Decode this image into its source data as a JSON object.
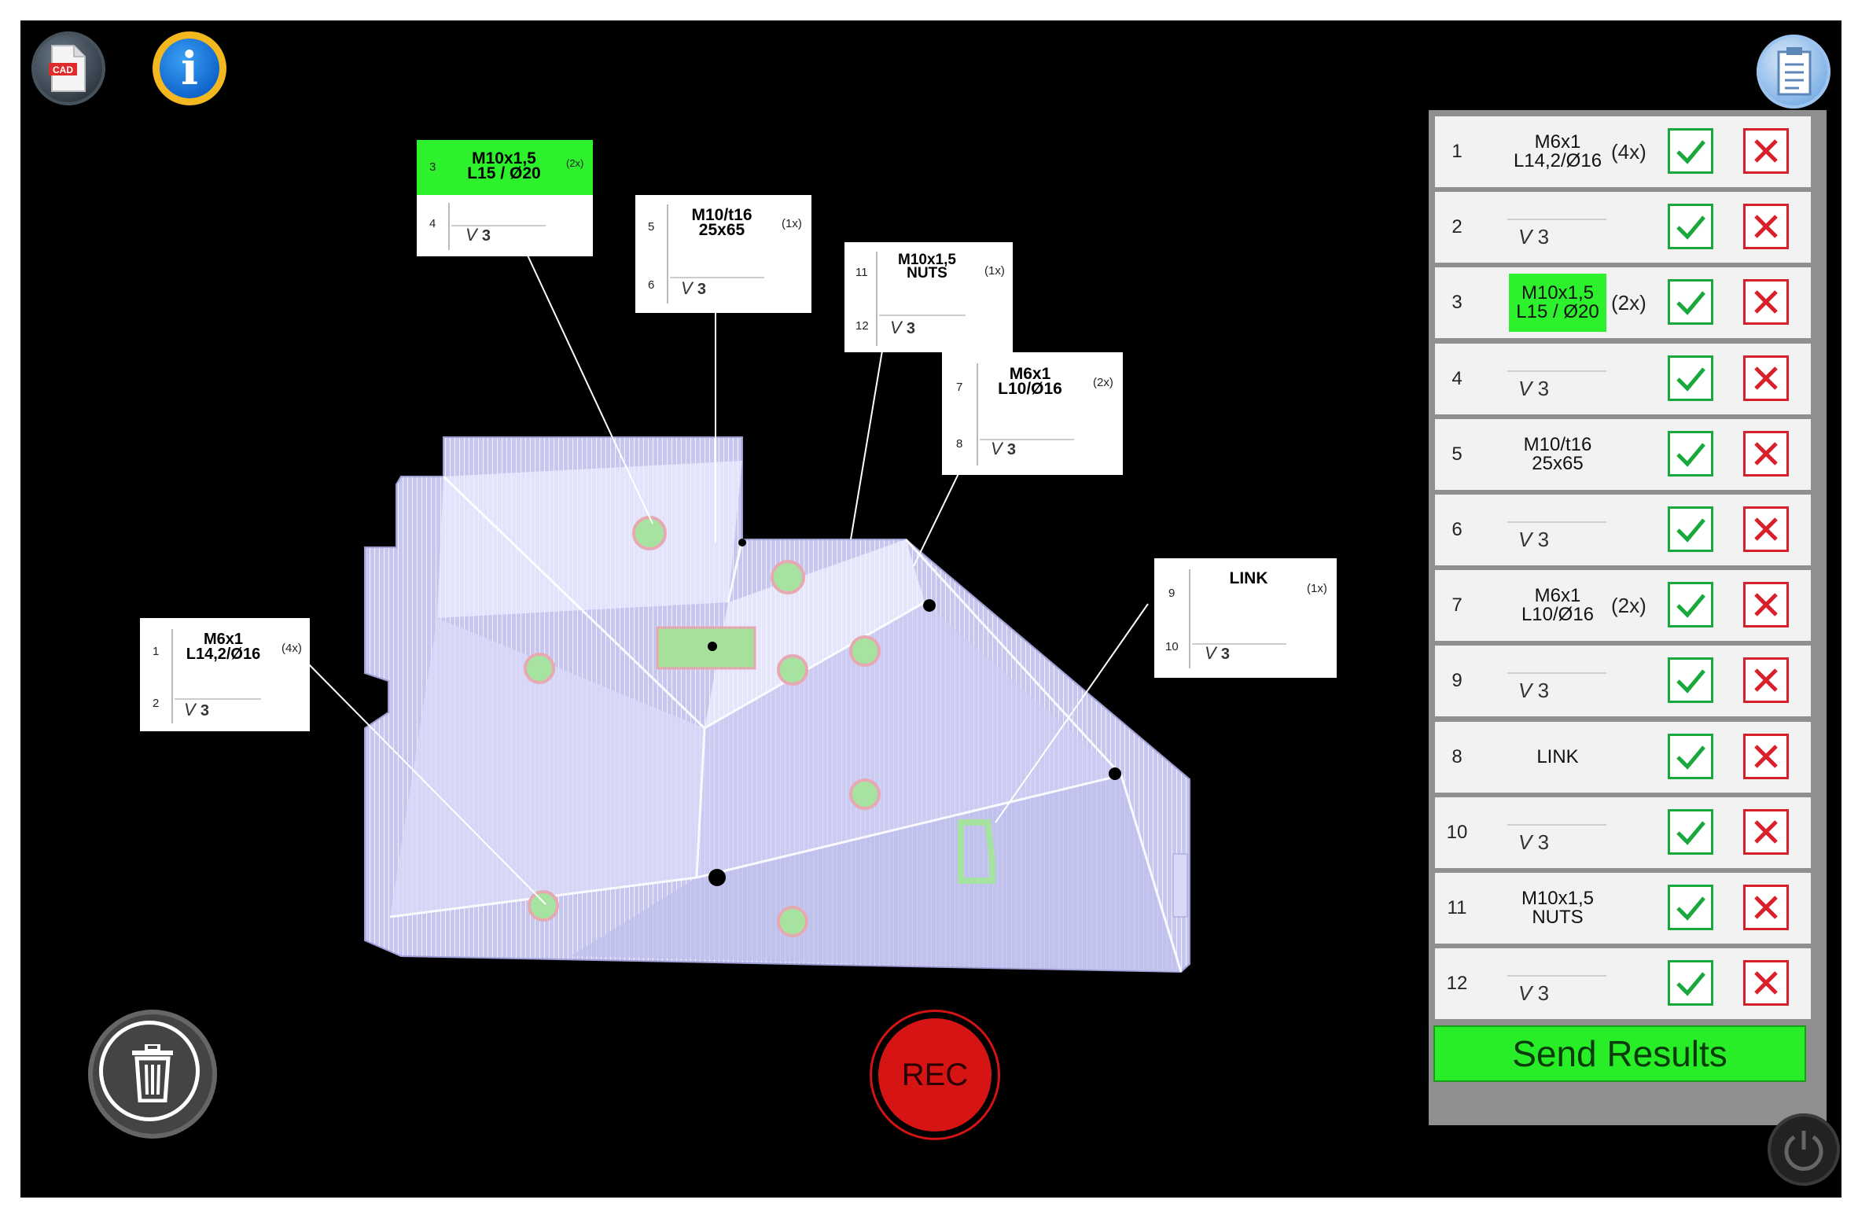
{
  "toolbar": {
    "cad_icon": "cad-file-icon",
    "cad_label": "CAD",
    "info_icon": "info-icon",
    "info_glyph": "i",
    "checklist_icon": "checklist-icon"
  },
  "annotations": [
    {
      "id": "a3",
      "top_index": "3",
      "top_text": "M10x1,5\nL15 / Ø20",
      "qty": "(2x)",
      "bottom_index": "4",
      "weld": "3",
      "highlight": true
    },
    {
      "id": "a5",
      "top_index": "5",
      "top_text": "M10/t16\n25x65",
      "qty": "(1x)",
      "bottom_index": "6",
      "weld": "3",
      "highlight": false
    },
    {
      "id": "a11",
      "top_index": "11",
      "top_text": "M10x1,5\nNUTS",
      "qty": "(1x)",
      "bottom_index": "12",
      "weld": "3",
      "highlight": false
    },
    {
      "id": "a7",
      "top_index": "7",
      "top_text": "M6x1\nL10/Ø16",
      "qty": "(2x)",
      "bottom_index": "8",
      "weld": "3",
      "highlight": false
    },
    {
      "id": "a9",
      "top_index": "9",
      "top_text": "LINK",
      "qty": "(1x)",
      "bottom_index": "10",
      "weld": "3",
      "highlight": false
    },
    {
      "id": "a1",
      "top_index": "1",
      "top_text": "M6x1\nL14,2/Ø16",
      "qty": "(4x)",
      "bottom_index": "2",
      "weld": "3",
      "highlight": false
    }
  ],
  "weld_symbol": "V",
  "checklist": [
    {
      "num": "1",
      "label": "M6x1\nL14,2/Ø16",
      "qty": "(4x)",
      "weld": "",
      "highlight": false
    },
    {
      "num": "2",
      "label": "",
      "qty": "",
      "weld": "3",
      "highlight": false
    },
    {
      "num": "3",
      "label": "M10x1,5\nL15 / Ø20",
      "qty": "(2x)",
      "weld": "",
      "highlight": true
    },
    {
      "num": "4",
      "label": "",
      "qty": "",
      "weld": "3",
      "highlight": false
    },
    {
      "num": "5",
      "label": "M10/t16\n25x65",
      "qty": "",
      "weld": "",
      "highlight": false
    },
    {
      "num": "6",
      "label": "",
      "qty": "",
      "weld": "3",
      "highlight": false
    },
    {
      "num": "7",
      "label": "M6x1\nL10/Ø16",
      "qty": "(2x)",
      "weld": "",
      "highlight": false
    },
    {
      "num": "9",
      "label": "",
      "qty": "",
      "weld": "3",
      "highlight": false
    },
    {
      "num": "8",
      "label": "LINK",
      "qty": "",
      "weld": "",
      "highlight": false
    },
    {
      "num": "10",
      "label": "",
      "qty": "",
      "weld": "3",
      "highlight": false
    },
    {
      "num": "11",
      "label": "M10x1,5\nNUTS",
      "qty": "",
      "weld": "",
      "highlight": false
    },
    {
      "num": "12",
      "label": "",
      "qty": "",
      "weld": "3",
      "highlight": false
    }
  ],
  "send_button": "Send Results",
  "rec_button": "REC",
  "trash_icon": "trash-icon",
  "power_icon": "power-icon",
  "colors": {
    "background": "#000000",
    "highlight_green": "#2cf12c",
    "confirm_green": "#18a83b",
    "reject_red": "#d81f2a",
    "rec_red": "#d61414",
    "part_lavender": "#c9c9f2"
  }
}
